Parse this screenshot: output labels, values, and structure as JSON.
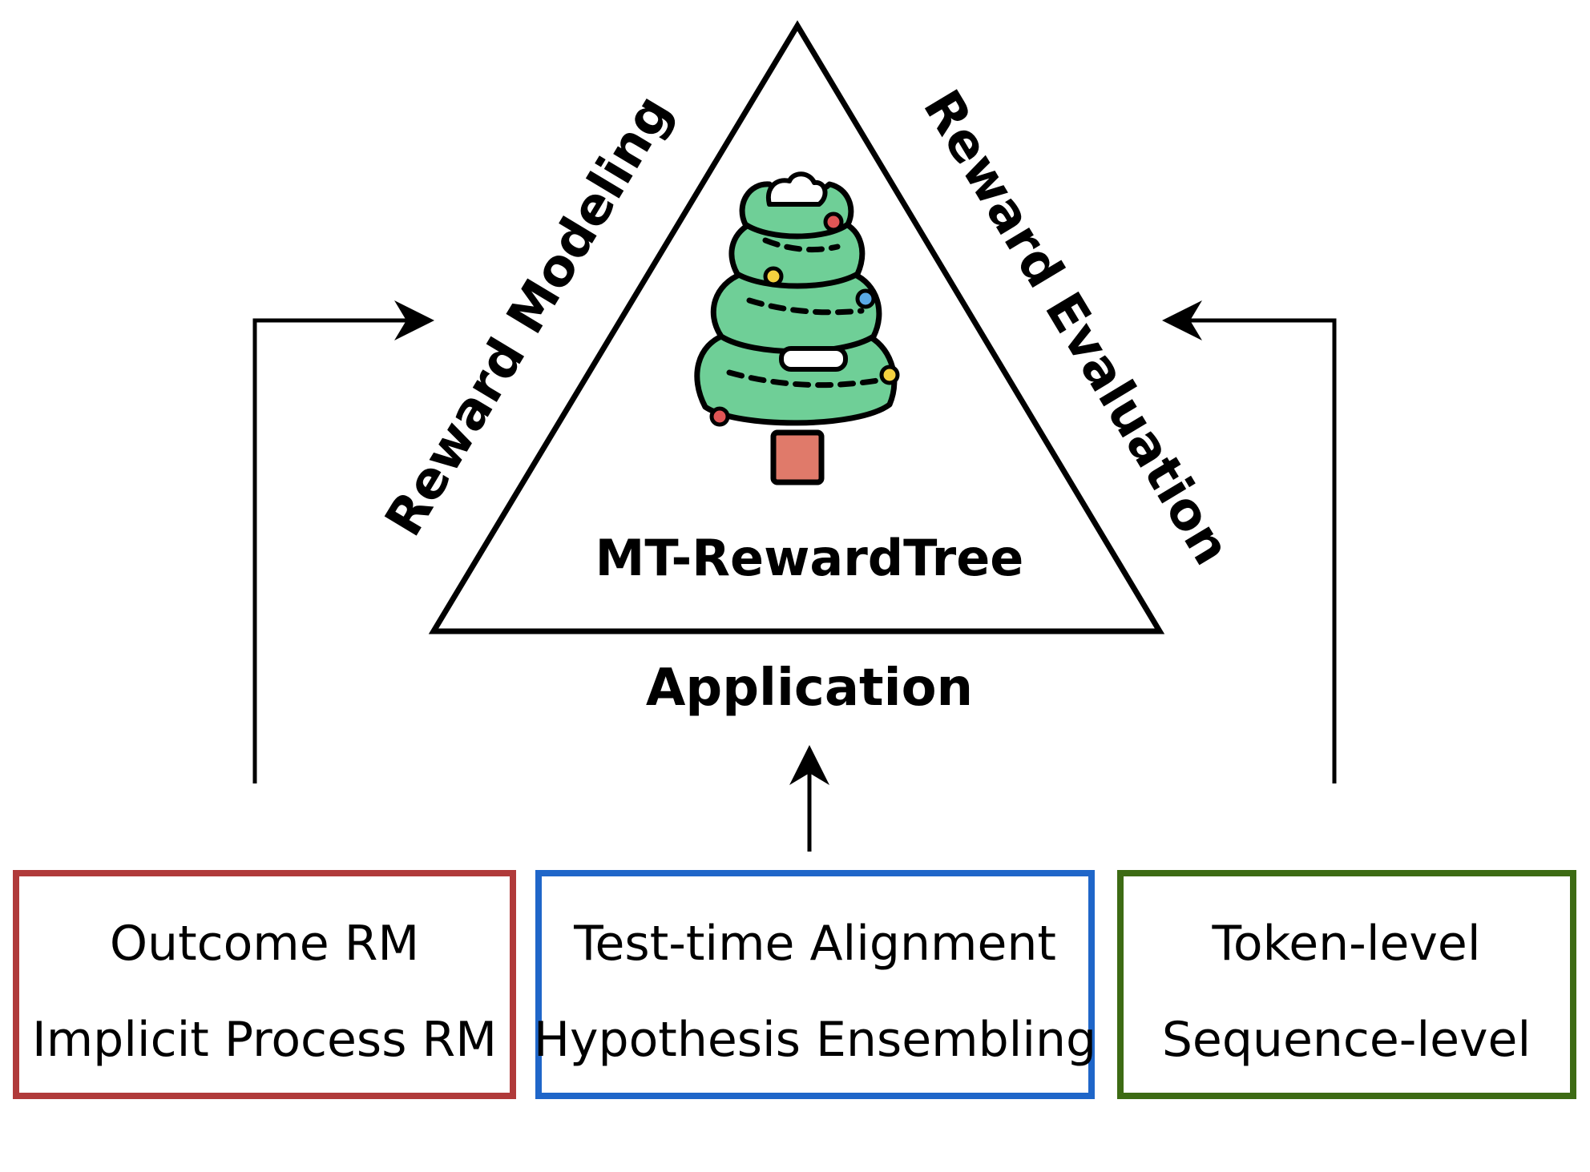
{
  "diagram": {
    "center_title": "MT-RewardTree",
    "side_labels": {
      "left": "Reward Modeling",
      "right": "Reward Evaluation",
      "bottom": "Application"
    },
    "boxes": [
      {
        "lines": [
          "Outcome RM",
          "Implicit Process RM"
        ],
        "border_color": "#b03a3a"
      },
      {
        "lines": [
          "Test-time Alignment",
          "Hypothesis Ensembling"
        ],
        "border_color": "#1f66c9"
      },
      {
        "lines": [
          "Token-level",
          "Sequence-level"
        ],
        "border_color": "#3d6b14"
      }
    ],
    "tree_icon": "christmas-tree-icon",
    "colors": {
      "tree_green": "#6fcf97",
      "trunk": "#e07a6a",
      "stroke": "#000000"
    }
  }
}
